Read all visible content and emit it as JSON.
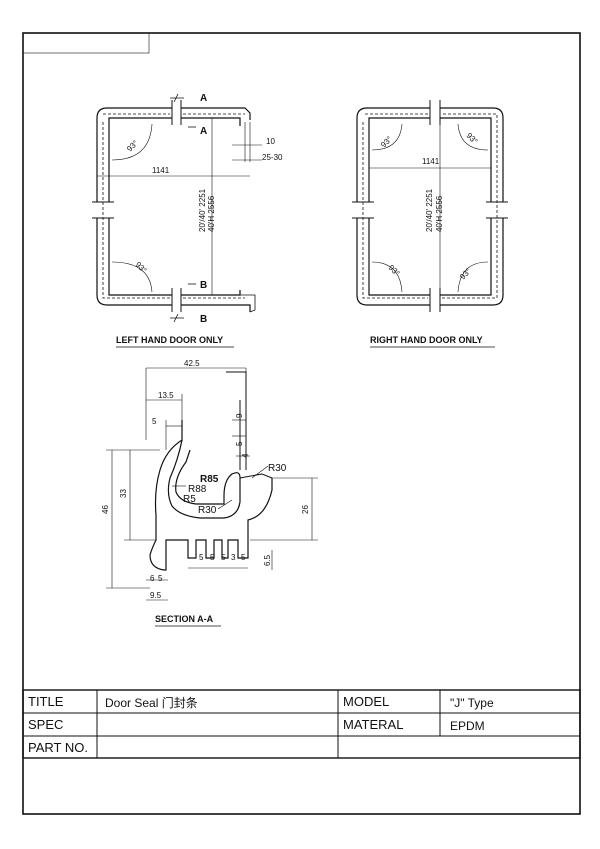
{
  "left_view": {
    "caption": "LEFT HAND DOOR ONLY",
    "width_dim": "1141",
    "height_dim_1": "20'/40' 2251",
    "height_dim_2": "40'H 2556",
    "angle_top": "93°",
    "angle_bottom": "93°",
    "dim_10": "10",
    "dim_25_30": "25-30",
    "section_mark_a": "A",
    "section_mark_b": "B"
  },
  "right_view": {
    "caption": "RIGHT HAND DOOR ONLY",
    "width_dim": "1141",
    "height_dim_1": "20'/40' 2251",
    "height_dim_2": "40'H 2556",
    "angle": "93°"
  },
  "section": {
    "caption": "SECTION A-A",
    "d_42_5": "42.5",
    "d_13_5": "13.5",
    "d_5": "5",
    "d_9": "9",
    "d_5b": "5",
    "d_4": "4",
    "r85": "R85",
    "r88": "R88",
    "r5": "R5",
    "r30a": "R30",
    "r30b": "R30",
    "d_46": "46",
    "d_33": "33",
    "d_26": "26",
    "d_6_5": "6.5",
    "d_6": "6",
    "d_5c": "5",
    "d_9_5": "9.5",
    "bottom_dims": [
      "5",
      "5",
      "5",
      "3",
      "5"
    ]
  },
  "title_block": {
    "title_label": "TITLE",
    "title_value": "Door Seal  门封条",
    "model_label": "MODEL",
    "model_value": "\"J\"  Type",
    "spec_label": "SPEC",
    "material_label": "MATERAL",
    "material_value": "EPDM",
    "part_label": "PART NO."
  }
}
